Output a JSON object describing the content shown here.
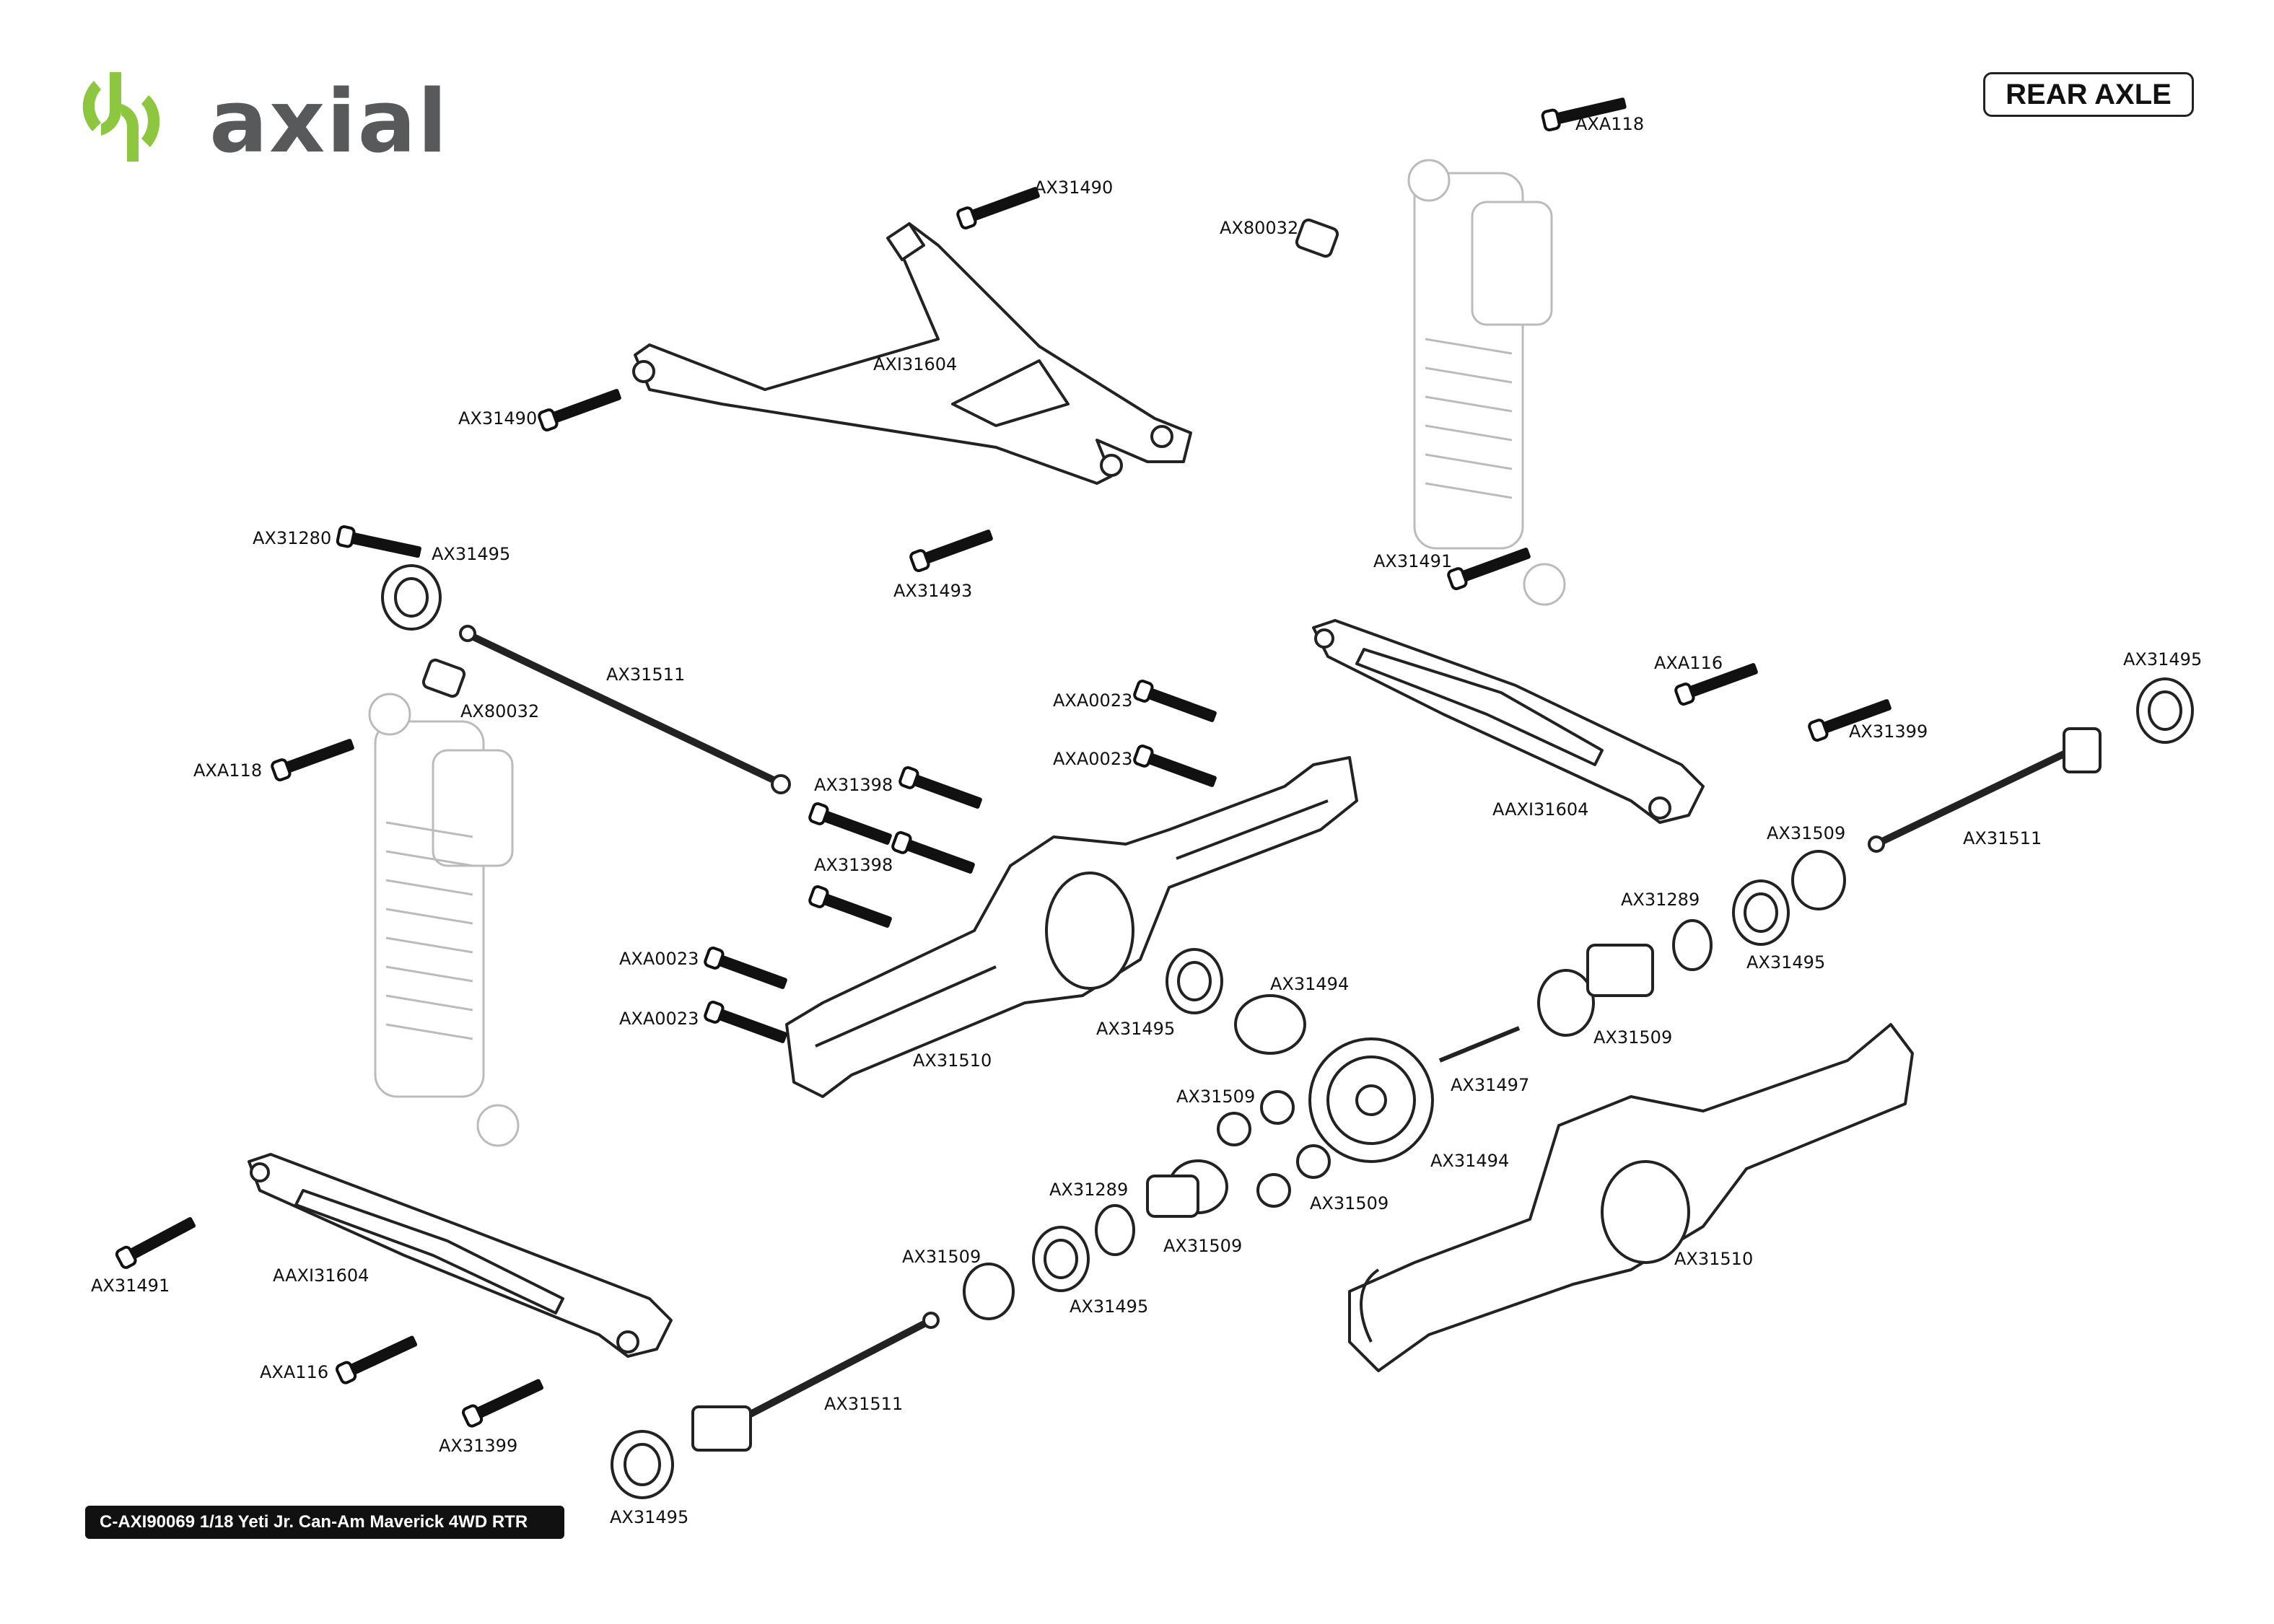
{
  "brand": {
    "wordmark": "axial"
  },
  "header": {
    "section_title": "REAR AXLE"
  },
  "footer": {
    "caption": "C-AXI90069 1/18 Yeti Jr. Can-Am Maverick 4WD RTR"
  },
  "colors": {
    "brand_green": "#8dc63f",
    "brand_gray": "#58595b",
    "line": "#222222",
    "ghost": "#bbbbbb"
  },
  "part_labels": {
    "l01": "AXA118",
    "l02": "AX31490",
    "l03": "AX80032",
    "l04": "AXI31604",
    "l05": "AX31490",
    "l06": "AX31280",
    "l07": "AX31495",
    "l08": "AX31493",
    "l09": "AX31491",
    "l10": "AX31511",
    "l11": "AX80032",
    "l12": "AXA116",
    "l13": "AX31495",
    "l14": "AXA118",
    "l15": "AXA0023",
    "l16": "AXA0023",
    "l17": "AX31399",
    "l18": "AX31398",
    "l19": "AAXI31604",
    "l20": "AX31509",
    "l21": "AX31511",
    "l22": "AX31398",
    "l23": "AX31289",
    "l24": "AXA0023",
    "l25": "AX31494",
    "l26": "AX31495",
    "l27": "AXA0023",
    "l28": "AX31495",
    "l29": "AX31509",
    "l30": "AX31510",
    "l31": "AX31497",
    "l32": "AX31509",
    "l33": "AX31494",
    "l34": "AX31289",
    "l35": "AX31509",
    "l36": "AX31509",
    "l37": "AX31491",
    "l38": "AAXI31604",
    "l39": "AX31510",
    "l40": "AX31509",
    "l41": "AX31495",
    "l42": "AXA116",
    "l43": "AX31511",
    "l44": "AX31399",
    "l45": "AX31495"
  }
}
